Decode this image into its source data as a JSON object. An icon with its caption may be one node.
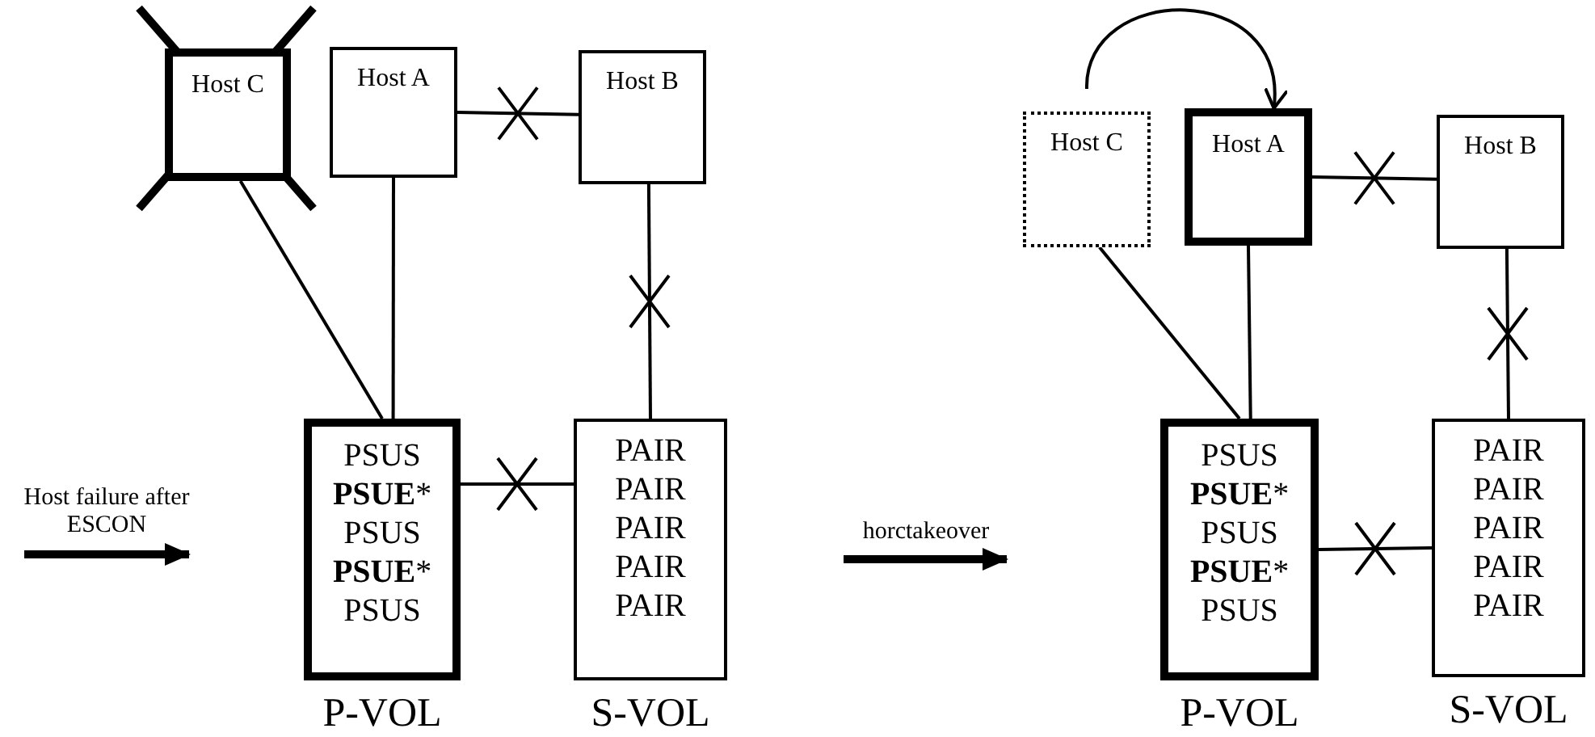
{
  "diagram": {
    "nodes": [
      {
        "text": [
          "Host C"
        ]
      },
      {
        "text": [
          "Host A"
        ]
      },
      {
        "text": [
          "Host B"
        ]
      },
      {
        "text": [
          "PSUS",
          "**PSUE***",
          "PSUS",
          "**PSUE***",
          "PSUS"
        ],
        "beside": [
          "P-VOL"
        ]
      },
      {
        "text": [
          "PAIR",
          "PAIR",
          "PAIR",
          "PAIR",
          "PAIR"
        ],
        "beside": [
          "S-VOL"
        ]
      },
      {
        "text": [
          "Host C"
        ]
      },
      {
        "text": [
          "Host A"
        ]
      },
      {
        "text": [
          "Host B"
        ]
      },
      {
        "text": [
          "PSUS",
          "**PSUE***",
          "PSUS",
          "**PSUE***",
          "PSUS"
        ],
        "beside": [
          "P-VOL"
        ]
      },
      {
        "text": [
          "PAIR",
          "PAIR",
          "PAIR",
          "PAIR",
          "PAIR"
        ],
        "beside": [
          "S-VOL"
        ]
      }
    ],
    "edges": [
      {
        "from": 0,
        "to": 3,
        "arrow": "none"
      },
      {
        "from": 1,
        "to": 3,
        "arrow": "none"
      },
      {
        "from": 1,
        "to": 2,
        "arrow": "none"
      },
      {
        "from": 2,
        "to": 4,
        "arrow": "none"
      },
      {
        "from": 3,
        "to": 4,
        "arrow": "none"
      },
      {
        "from": 5,
        "to": 6,
        "arrow": "to"
      },
      {
        "from": 5,
        "to": 8,
        "arrow": "none"
      },
      {
        "from": 6,
        "to": 8,
        "arrow": "none"
      },
      {
        "from": 6,
        "to": 7,
        "arrow": "none"
      },
      {
        "from": 7,
        "to": 9,
        "arrow": "none"
      },
      {
        "from": 8,
        "to": 9,
        "arrow": "none"
      }
    ],
    "labels": [
      "Host failure after ESCON",
      "horctakeover"
    ]
  }
}
